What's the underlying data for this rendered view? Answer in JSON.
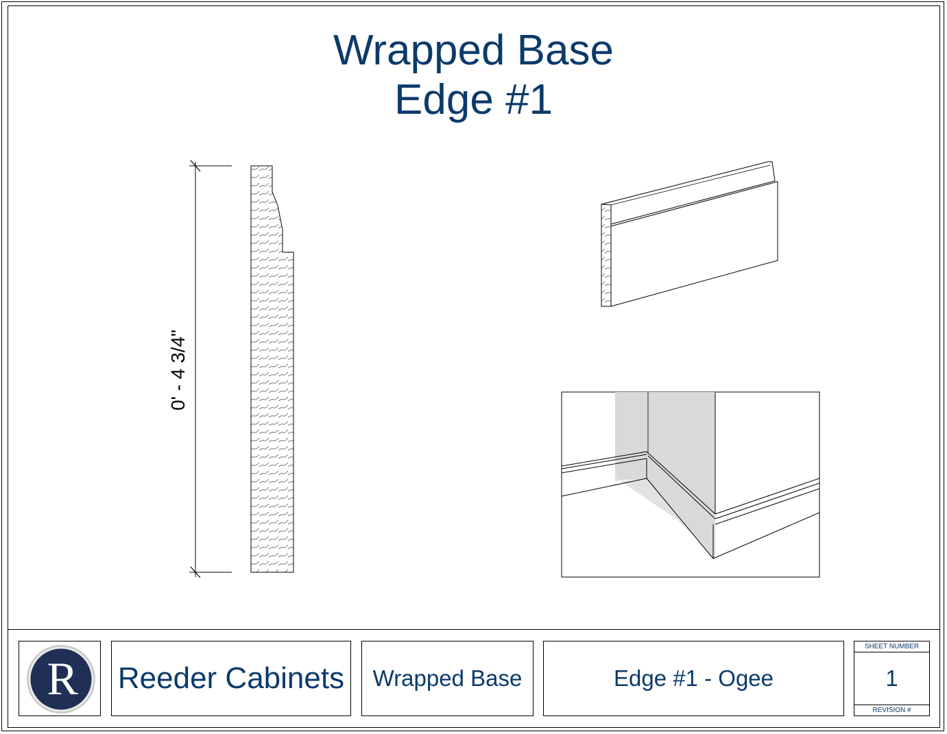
{
  "title": {
    "line1": "Wrapped Base",
    "line2": "Edge #1"
  },
  "dimension": {
    "height_label": "0' - 4 3/4\""
  },
  "title_block": {
    "logo_letter": "R",
    "company": "Reeder Cabinets",
    "product": "Wrapped Base",
    "edge_description": "Edge #1 - Ogee",
    "sheet_number_label": "SHEET NUMBER",
    "sheet_number": "1",
    "revision_label": "REVISION #"
  },
  "colors": {
    "title_blue": "#0b3a6b",
    "logo_navy": "#1f2f55",
    "shadow_gray": "#d9d9d9"
  }
}
